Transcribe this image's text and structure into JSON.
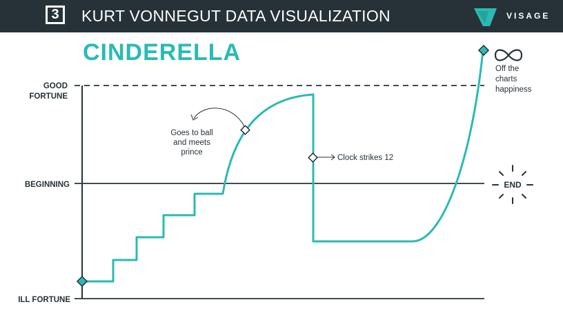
{
  "header": {
    "number": "3",
    "title": "KURT VONNEGUT DATA VISUALIZATION",
    "brand": "VISAGE",
    "background_color": "#263238"
  },
  "chart_data": {
    "type": "line",
    "title": "CINDERELLA",
    "accent_color": "#2ABAB4",
    "y_labels": {
      "good_fortune": [
        "GOOD",
        "FORTUNE"
      ],
      "beginning": "BEGINNING",
      "ill_fortune": "ILL FORTUNE"
    },
    "annotations": {
      "ball": [
        "Goes to ball",
        "and meets",
        "prince"
      ],
      "clock": "Clock strikes 12",
      "infinity": [
        "Off the",
        "charts",
        "happiness"
      ],
      "end": "END"
    }
  }
}
